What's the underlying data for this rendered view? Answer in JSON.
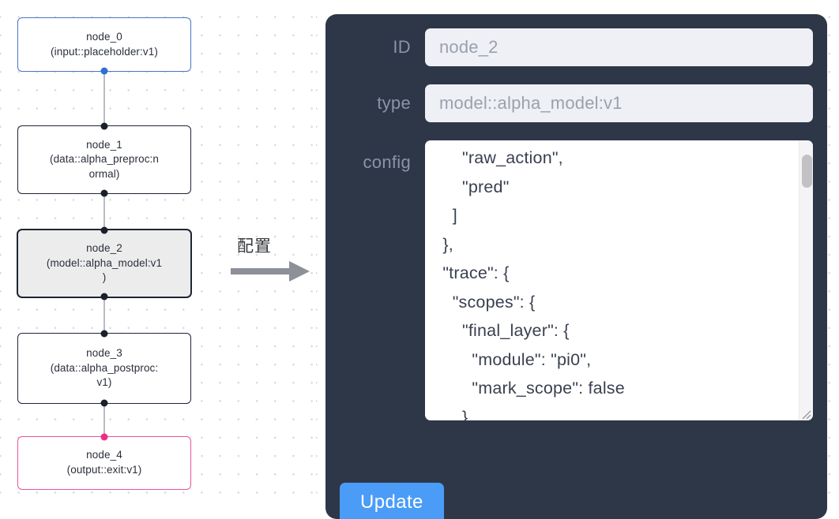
{
  "canvas": {
    "nodes": [
      {
        "id": "node_0",
        "label": "node_0\n(input::placeholder:v1)",
        "title": "node_0",
        "type": "input::placeholder:v1",
        "role": "input",
        "accent": "#4b74c4",
        "selected": false
      },
      {
        "id": "node_1",
        "label": "node_1\n(data::alpha_preproc:n\normal)",
        "title": "node_1",
        "type": "data::alpha_preproc:normal",
        "role": "default",
        "accent": "#1e2533",
        "selected": false
      },
      {
        "id": "node_2",
        "label": "node_2\n(model::alpha_model:v1\n)",
        "title": "node_2",
        "type": "model::alpha_model:v1",
        "role": "default",
        "accent": "#1e2533",
        "selected": true
      },
      {
        "id": "node_3",
        "label": "node_3\n(data::alpha_postproc:\nv1)",
        "title": "node_3",
        "type": "data::alpha_postproc:v1",
        "role": "default",
        "accent": "#1e2533",
        "selected": false
      },
      {
        "id": "node_4",
        "label": "node_4\n(output::exit:v1)",
        "title": "node_4",
        "type": "output::exit:v1",
        "role": "output",
        "accent": "#e8549b",
        "selected": false
      }
    ],
    "edges": [
      {
        "from": "node_0",
        "to": "node_1"
      },
      {
        "from": "node_1",
        "to": "node_2"
      },
      {
        "from": "node_2",
        "to": "node_3"
      },
      {
        "from": "node_3",
        "to": "node_4"
      }
    ]
  },
  "arrow": {
    "label": "配置",
    "icon": "arrow-right-icon",
    "color": "#8d9099"
  },
  "panel": {
    "background": "#2d3748",
    "fields": {
      "id": {
        "label": "ID",
        "value": "node_2",
        "placeholder": "node_2"
      },
      "type": {
        "label": "type",
        "value": "model::alpha_model:v1",
        "placeholder": "model::alpha_model:v1"
      },
      "config": {
        "label": "config",
        "value": "      \"raw_action\",\n      \"pred\"\n    ]\n  },\n  \"trace\": {\n    \"scopes\": {\n      \"final_layer\": {\n        \"module\": \"pi0\",\n        \"mark_scope\": false\n      },\n      \"action_model\": {"
      }
    },
    "update_button": {
      "label": "Update",
      "color": "#4a9cf7"
    },
    "scrollbar": {
      "thumb_color": "#c2c2c4"
    }
  }
}
